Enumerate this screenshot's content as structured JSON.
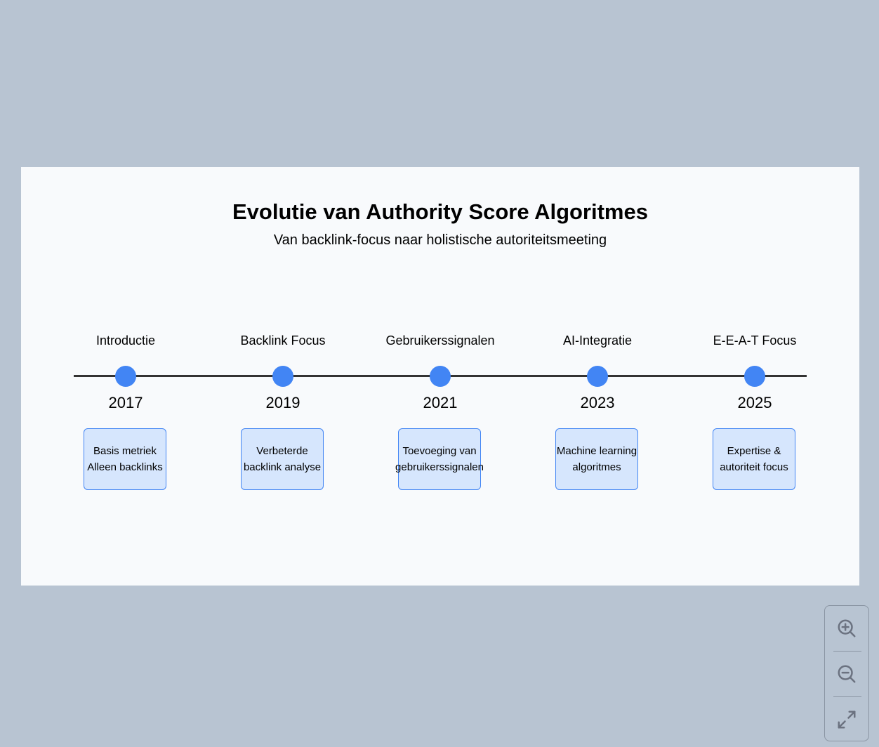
{
  "diagram": {
    "title": "Evolutie van Authority Score Algoritmes",
    "subtitle": "Van backlink-focus naar holistische autoriteitsmeeting",
    "milestones": [
      {
        "label": "Introductie",
        "year": "2017",
        "lines": [
          "Basis metriek",
          "Alleen backlinks"
        ]
      },
      {
        "label": "Backlink Focus",
        "year": "2019",
        "lines": [
          "Verbeterde",
          "backlink analyse"
        ]
      },
      {
        "label": "Gebruikerssignalen",
        "year": "2021",
        "lines": [
          "Toevoeging van",
          "gebruikerssignalen"
        ]
      },
      {
        "label": "AI-Integratie",
        "year": "2023",
        "lines": [
          "Machine learning",
          "algoritmes"
        ]
      },
      {
        "label": "E-E-A-T Focus",
        "year": "2025",
        "lines": [
          "Expertise &",
          "autoriteit focus"
        ]
      }
    ]
  },
  "controls": {
    "icons": [
      "zoom-in-icon",
      "zoom-out-icon",
      "fullscreen-icon"
    ]
  },
  "colors": {
    "background": "#b8c4d2",
    "canvas": "#f8fafc",
    "accent": "#4285f4",
    "box_fill": "#d6e6fd",
    "axis": "#333333",
    "control": "#6b7280"
  }
}
